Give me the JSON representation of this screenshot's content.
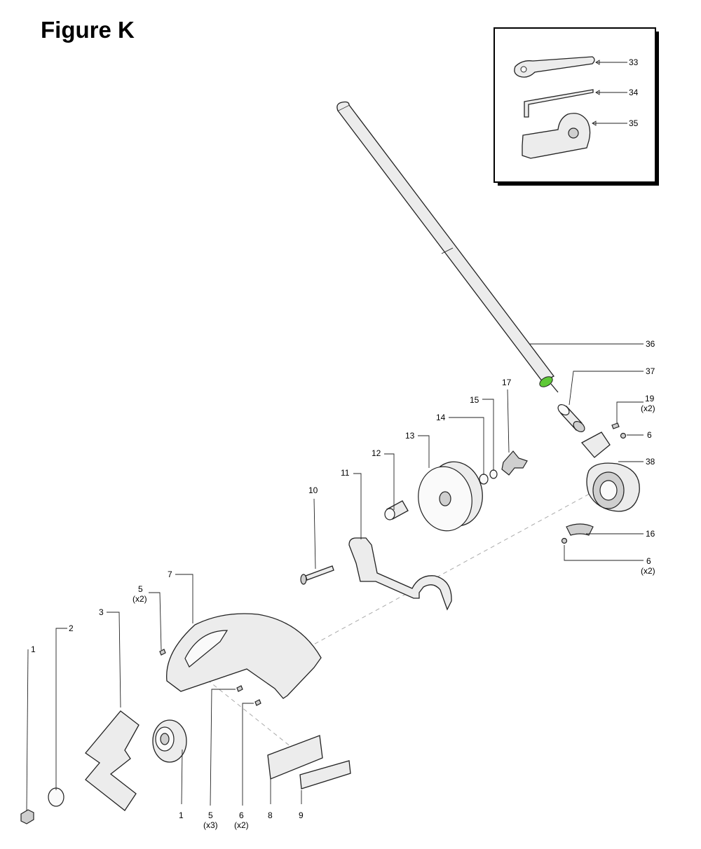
{
  "title": "Figure K",
  "callouts": {
    "p1a": {
      "num": "1",
      "qty": ""
    },
    "p1b": {
      "num": "1",
      "qty": ""
    },
    "p2": {
      "num": "2",
      "qty": ""
    },
    "p3": {
      "num": "3",
      "qty": ""
    },
    "p5a": {
      "num": "5",
      "qty": "(x2)"
    },
    "p5b": {
      "num": "5",
      "qty": "(x3)"
    },
    "p6a": {
      "num": "6",
      "qty": ""
    },
    "p6b": {
      "num": "6",
      "qty": "(x2)"
    },
    "p6c": {
      "num": "6",
      "qty": "(x2)"
    },
    "p7": {
      "num": "7",
      "qty": ""
    },
    "p8": {
      "num": "8",
      "qty": ""
    },
    "p9": {
      "num": "9",
      "qty": ""
    },
    "p10": {
      "num": "10",
      "qty": ""
    },
    "p11": {
      "num": "11",
      "qty": ""
    },
    "p12": {
      "num": "12",
      "qty": ""
    },
    "p13": {
      "num": "13",
      "qty": ""
    },
    "p14": {
      "num": "14",
      "qty": ""
    },
    "p15": {
      "num": "15",
      "qty": ""
    },
    "p16": {
      "num": "16",
      "qty": ""
    },
    "p17": {
      "num": "17",
      "qty": ""
    },
    "p19": {
      "num": "19",
      "qty": "(x2)"
    },
    "p33": {
      "num": "33",
      "qty": ""
    },
    "p34": {
      "num": "34",
      "qty": ""
    },
    "p35": {
      "num": "35",
      "qty": ""
    },
    "p36": {
      "num": "36",
      "qty": ""
    },
    "p37": {
      "num": "37",
      "qty": ""
    },
    "p38": {
      "num": "38",
      "qty": ""
    }
  },
  "colors": {
    "highlight": "#5ec936",
    "line": "#222222"
  }
}
